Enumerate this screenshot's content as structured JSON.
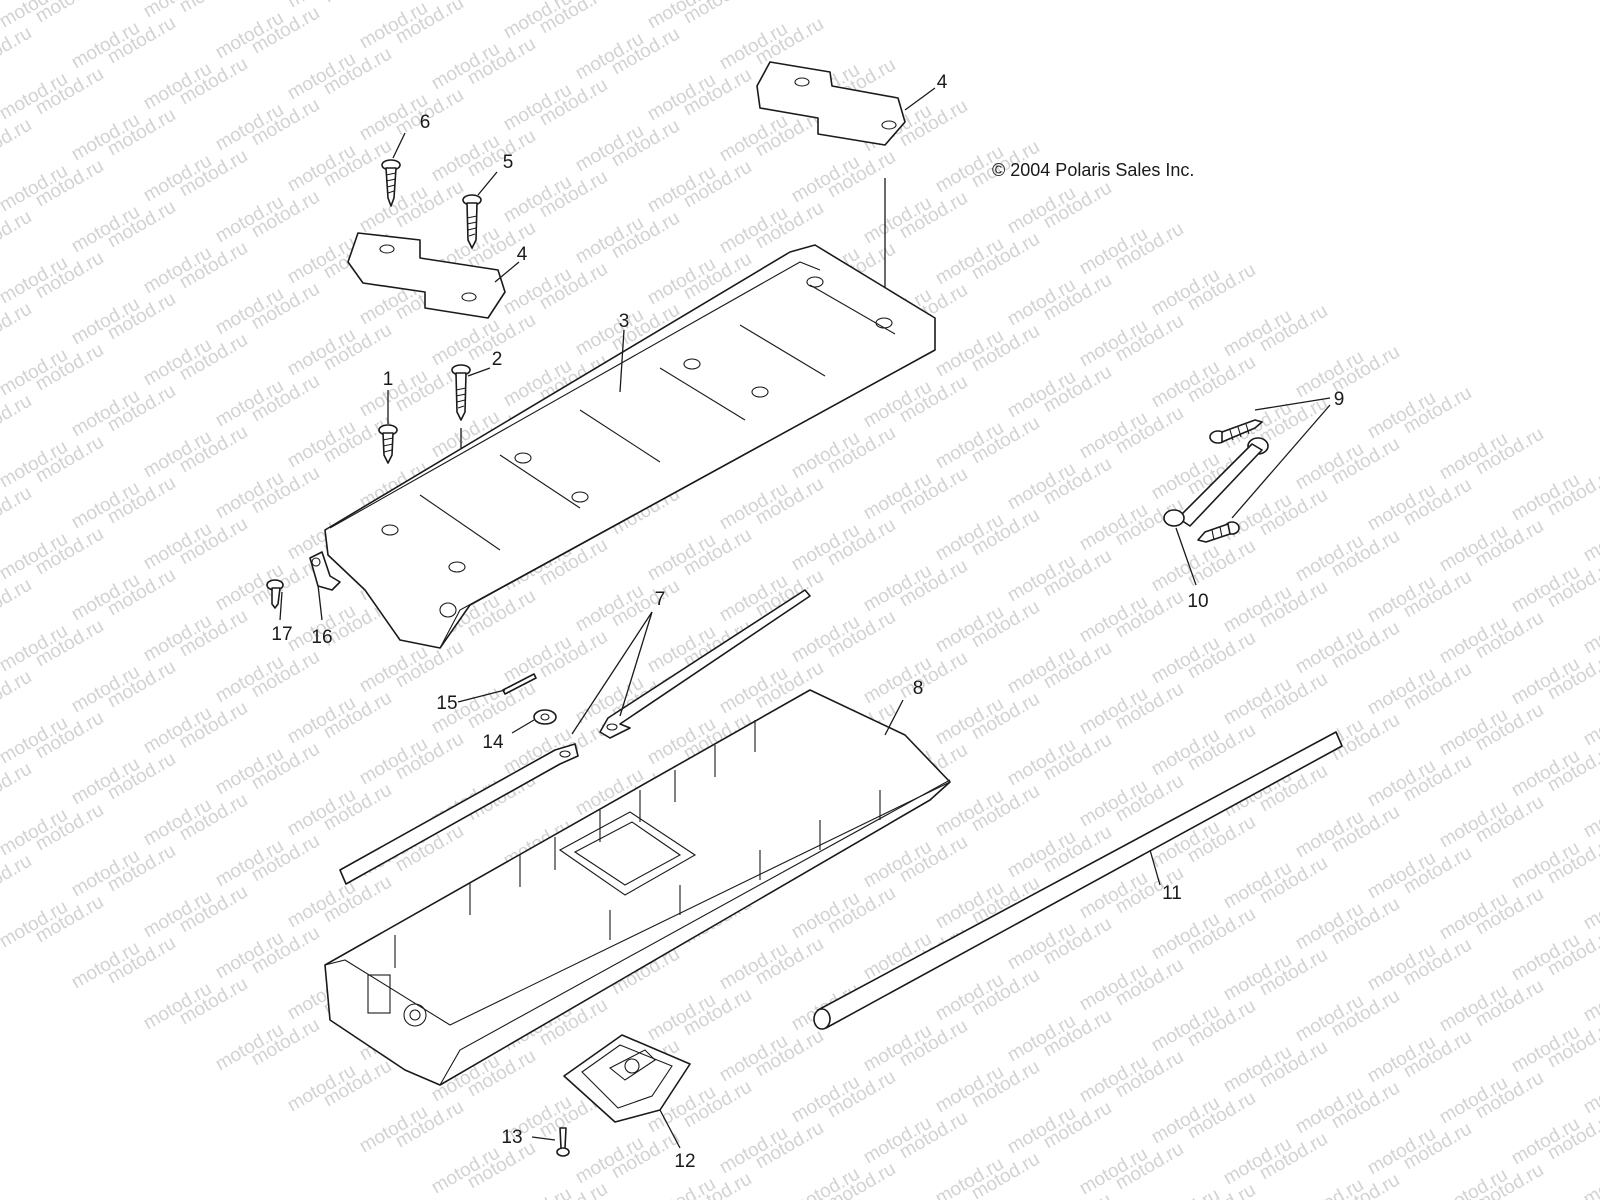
{
  "copyright": "© 2004 Polaris Sales Inc.",
  "watermark": "motod.ru",
  "callouts": {
    "c1": "1",
    "c2": "2",
    "c3": "3",
    "c4a": "4",
    "c4b": "4",
    "c5": "5",
    "c6": "6",
    "c7": "7",
    "c8": "8",
    "c9": "9",
    "c10": "10",
    "c11": "11",
    "c12": "12",
    "c13": "13",
    "c14": "14",
    "c15": "15",
    "c16": "16",
    "c17": "17"
  }
}
